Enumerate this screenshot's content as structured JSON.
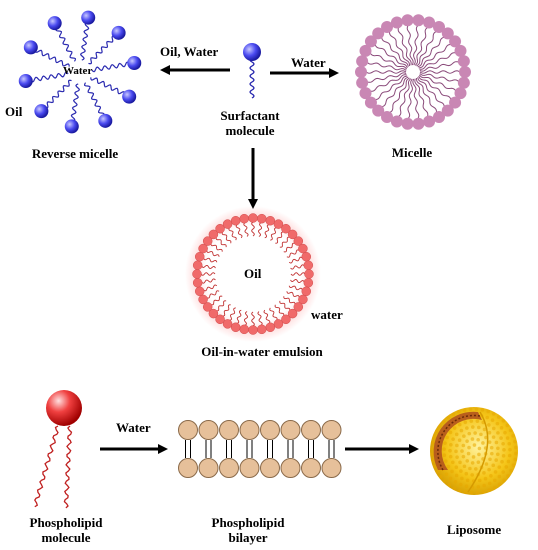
{
  "labels": {
    "oil_water": "Oil, Water",
    "water_right": "Water",
    "water_inside": "Water",
    "oil_left": "Oil",
    "surfactant_1": "Surfactant",
    "surfactant_2": "molecule",
    "reverse_micelle": "Reverse micelle",
    "micelle": "Micelle",
    "oil_center": "Oil",
    "water_emulsion": "water",
    "emulsion": "Oil-in-water emulsion",
    "water_bottom": "Water",
    "phospholipid_1": "Phospholipid",
    "phospholipid_2": "molecule",
    "bilayer_1": "Phospholipid",
    "bilayer_2": "bilayer",
    "liposome": "Liposome"
  },
  "colors": {
    "blue_head": "#3535e0",
    "purple_head": "#c987b4",
    "pink_head": "#f06a6a",
    "red_head": "#e02020",
    "tan_head": "#e6c09a",
    "liposome": "#f5c518",
    "arrow": "#000000"
  }
}
